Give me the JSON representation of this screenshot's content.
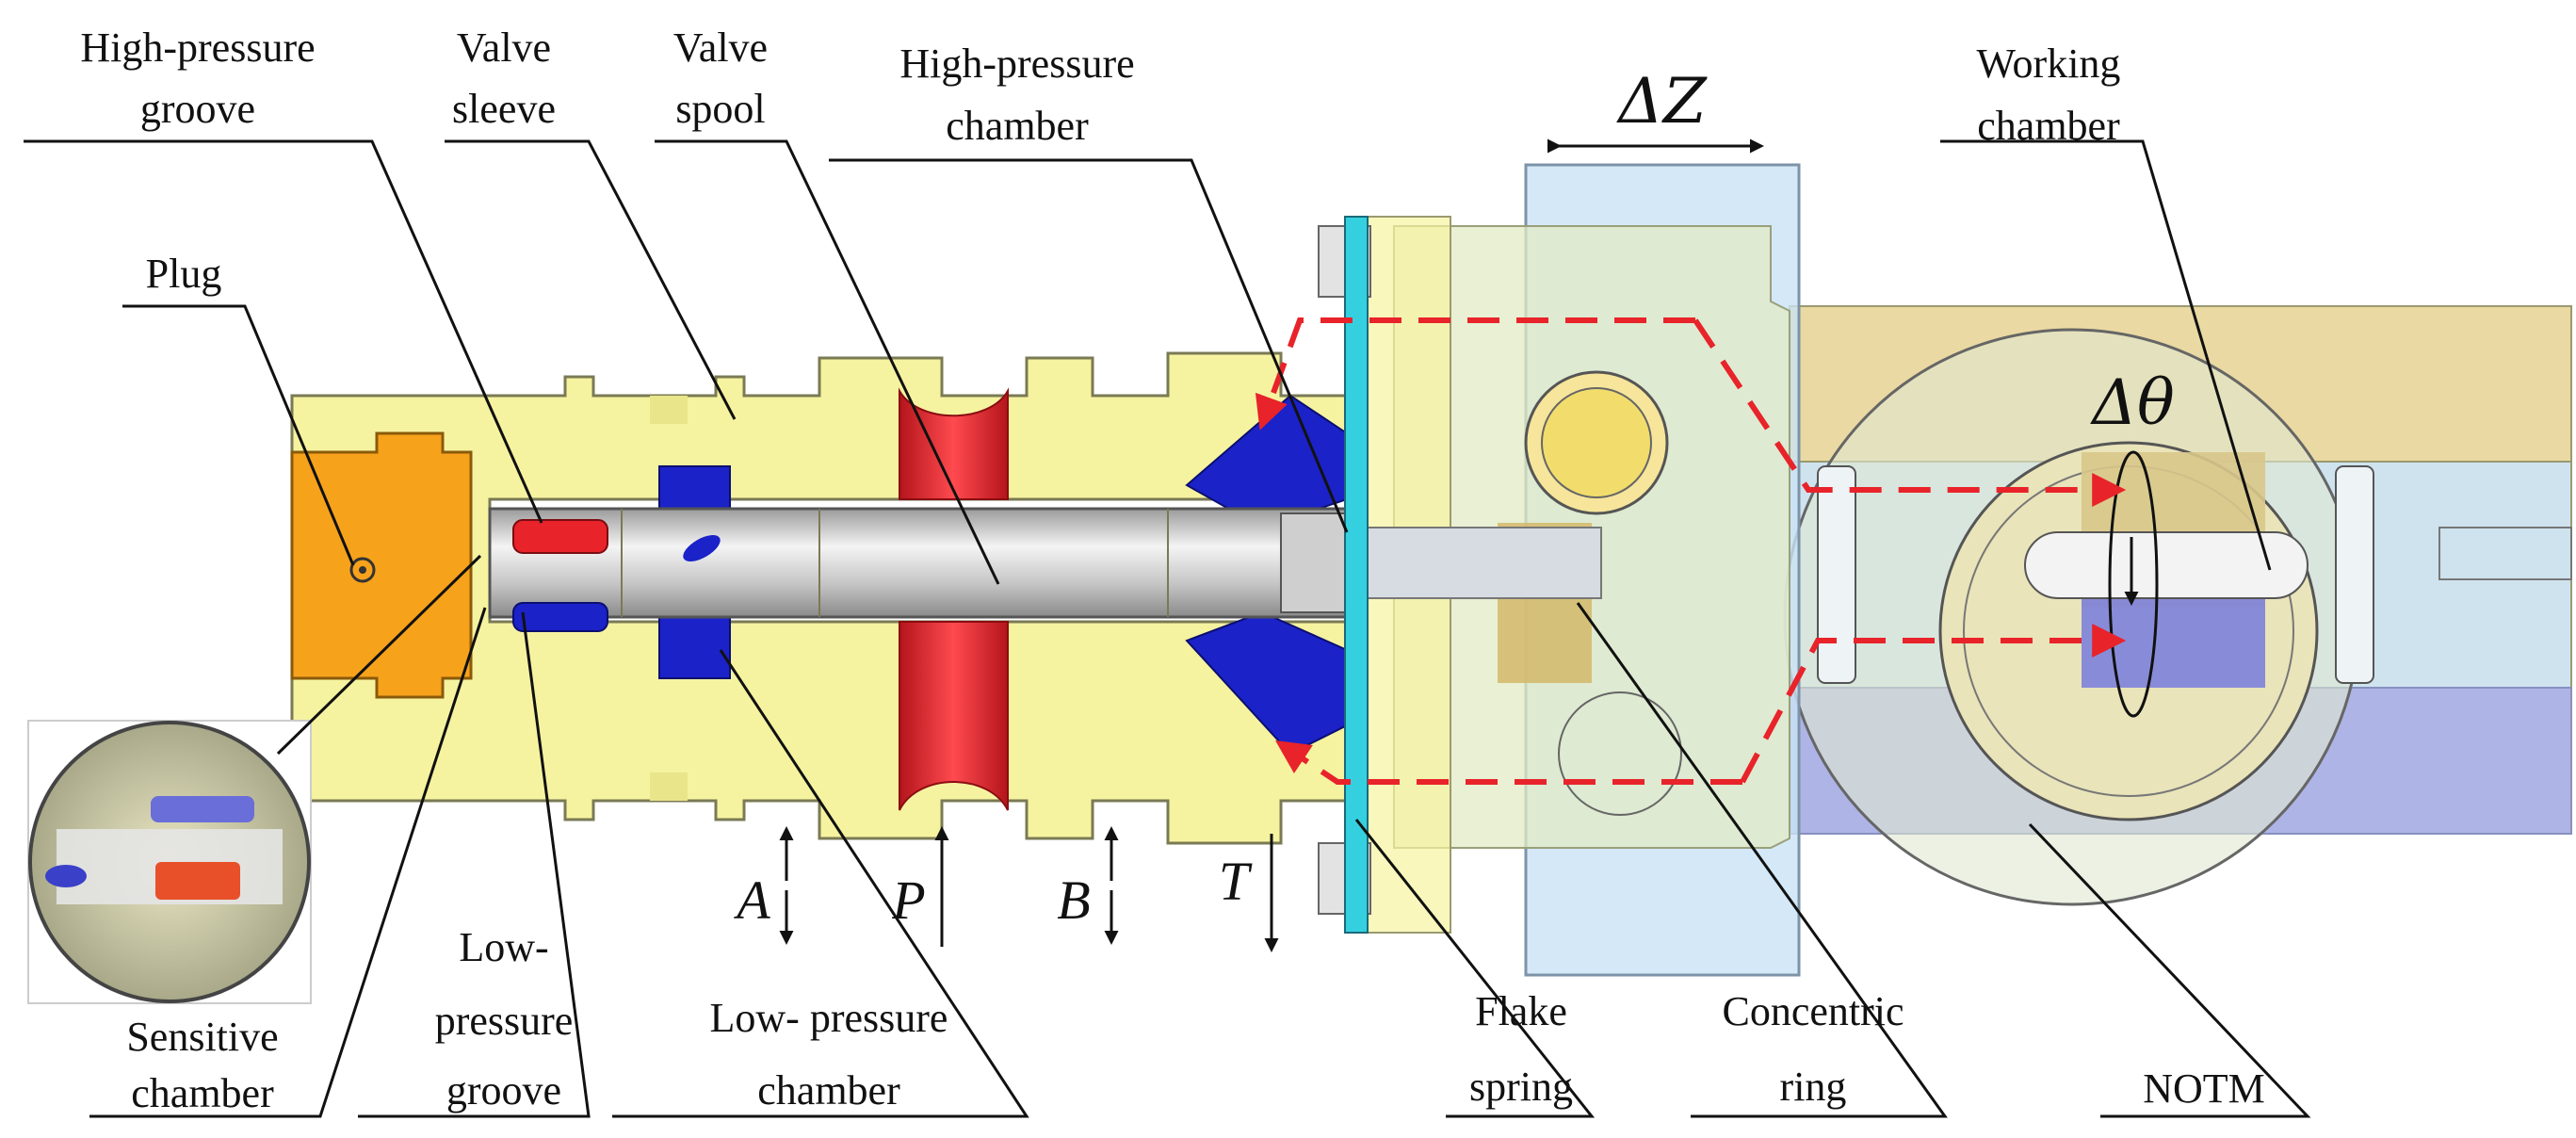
{
  "labels": {
    "high_pressure_groove": [
      "High-pressure",
      "groove"
    ],
    "valve_sleeve": [
      "Valve",
      "sleeve"
    ],
    "valve_spool": [
      "Valve",
      "spool"
    ],
    "high_pressure_chamber": [
      "High-pressure",
      "chamber"
    ],
    "working_chamber": [
      "Working",
      "chamber"
    ],
    "plug": [
      "Plug"
    ],
    "sensitive_chamber": [
      "Sensitive",
      "chamber"
    ],
    "low_pressure_groove": [
      "Low-",
      "pressure",
      "groove"
    ],
    "low_pressure_chamber": [
      "Low- pressure",
      "chamber"
    ],
    "flake_spring": [
      "Flake",
      "spring"
    ],
    "concentric_ring": [
      "Concentric",
      "ring"
    ],
    "notm": [
      "NOTM"
    ]
  },
  "symbols": {
    "delta_z": "ΔZ",
    "delta_theta": "Δθ"
  },
  "ports": [
    "A",
    "P",
    "B",
    "T"
  ],
  "colors": {
    "sleeve_yellow": "#f6f3a0",
    "plug_orange": "#f7a21b",
    "pressure_red": "#e8232a",
    "return_blue": "#1b22c8",
    "spool_gray": "#d2d2d2",
    "housing_blue": "#c9e2f5",
    "spring_cyan": "#35d0e0",
    "flow_arrow_red": "#e8232a"
  }
}
